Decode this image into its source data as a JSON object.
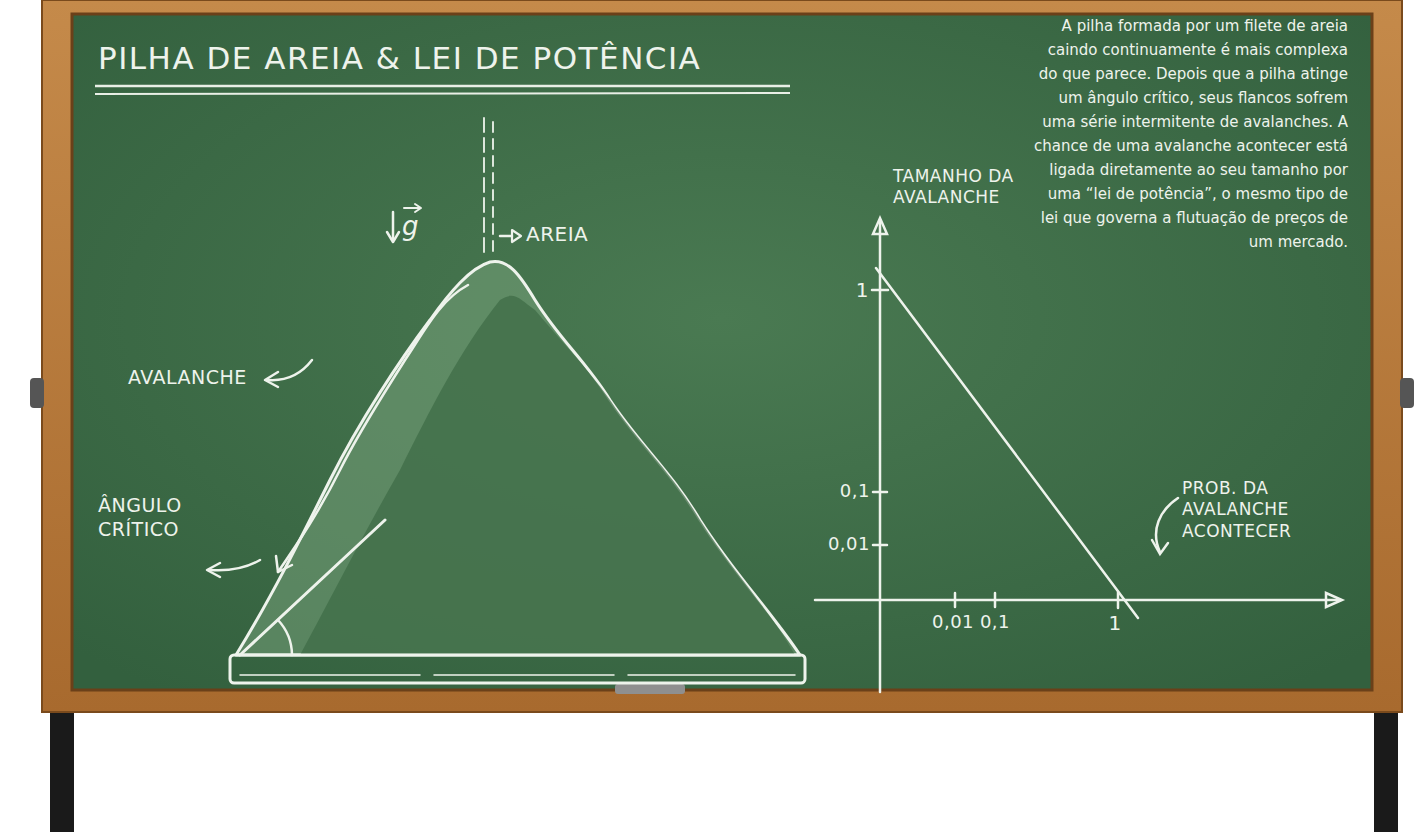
{
  "diagram": {
    "title": "PILHA DE AREIA & LEI DE POTÊNCIA",
    "caption": "A pilha formada por um filete de areia caindo continuamente é mais complexa do que parece. Depois que a pilha atinge um ângulo crítico, seus flancos sofrem uma série intermitente de avalanches. A chance de uma avalanche acontecer está ligada diretamente ao seu tamanho por uma “lei de potência”, o mesmo tipo de lei que governa a flutuação de preços de um mercado.",
    "labels": [
      "AREIA",
      "g",
      "AVALANCHE",
      "ÂNGULO CRÍTICO",
      "TAMANHO DA AVALANCHE",
      "1",
      "0,1",
      "0,01",
      "0,01",
      "0,1",
      "1",
      "PROB. DA AVALANCHE ACONTECER"
    ]
  }
}
